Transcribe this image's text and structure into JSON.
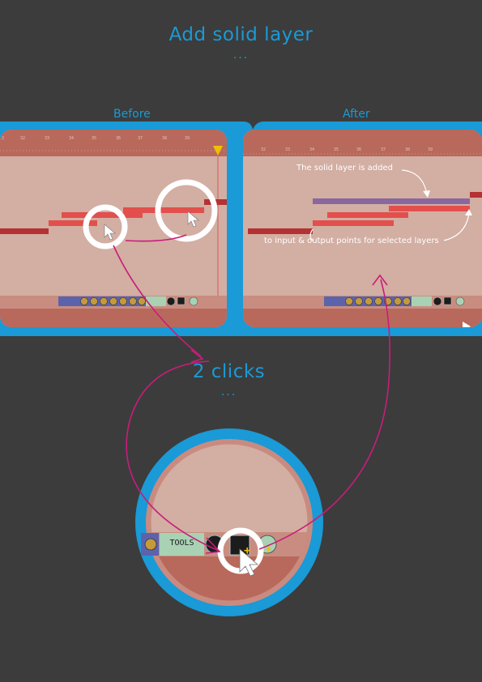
{
  "header": {
    "title": "Add solid layer",
    "ellipsis": "..."
  },
  "panels": {
    "before_label": "Before",
    "after_label": "After"
  },
  "annotations": {
    "solid_layer_added": "The solid layer is added",
    "to_points": "to input & output points for selected layers"
  },
  "middle": {
    "title": "2 clicks",
    "ellipsis": "..."
  },
  "zoom": {
    "tools_label": "TOOLS"
  },
  "colors": {
    "accent": "#1a9ad6",
    "background": "#3c3c3c",
    "timeline_bg": "#d3aea2",
    "ruler": "#b8695c",
    "layer_red": "#e24f4c",
    "layer_dark": "#b43134",
    "layer_solid": "#8a67a0",
    "arrow_magenta": "#c81d7a",
    "playhead": "#f0c000"
  },
  "icons": [
    "cursor-icon",
    "playhead-icon",
    "solid-layer-icon",
    "tool-icon"
  ]
}
